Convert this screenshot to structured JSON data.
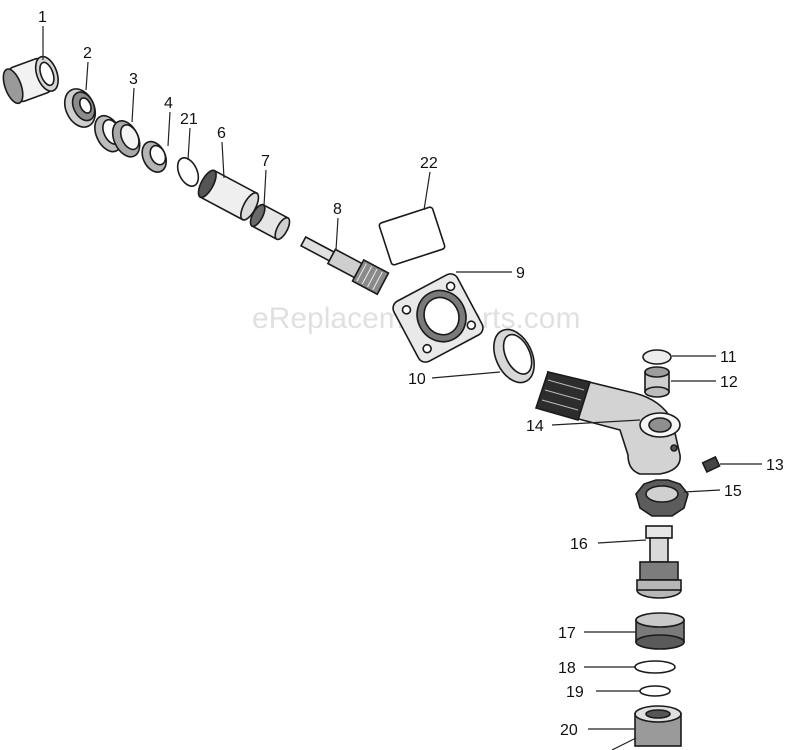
{
  "watermark": "eReplacementParts.com",
  "callouts": {
    "c1": "1",
    "c2": "2",
    "c3": "3",
    "c4": "4",
    "c5": "21",
    "c6": "6",
    "c7": "7",
    "c8": "8",
    "c9": "22",
    "c10": "9",
    "c11": "10",
    "c12": "11",
    "c13": "12",
    "c14": "14",
    "c15": "13",
    "c16": "15",
    "c17": "16",
    "c18": "17",
    "c19": "18",
    "c20": "19",
    "c21": "20"
  }
}
